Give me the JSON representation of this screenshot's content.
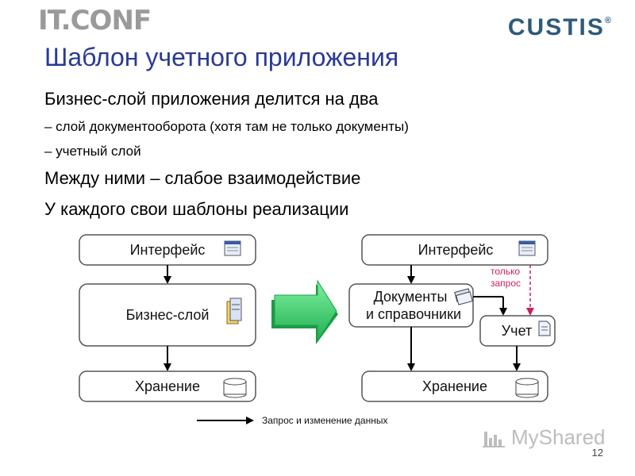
{
  "header": {
    "logo_left": "IT.CONF",
    "logo_right": "CUSTIS",
    "logo_right_mark": "®"
  },
  "slide": {
    "title": "Шаблон учетного приложения",
    "bullet_1": "Бизнес-слой приложения делится на два",
    "sub_1": "– слой документооборота (хотя там не только документы)",
    "sub_2": "– учетный слой",
    "bullet_2": "Между ними – слабое взаимодействие",
    "bullet_3": "У каждого свои шаблоны реализации"
  },
  "left_diagram": {
    "interface": "Интерфейс",
    "business": "Бизнес-слой",
    "storage": "Хранение"
  },
  "right_diagram": {
    "interface": "Интерфейс",
    "docs_line1": "Документы",
    "docs_line2": "и справочники",
    "accounting": "Учет",
    "storage": "Хранение",
    "note_line1": "только",
    "note_line2": "запрос"
  },
  "legend": {
    "label": "Запрос и изменение данных"
  },
  "footer": {
    "page_number": "12",
    "watermark": "MyShared"
  },
  "colors": {
    "title": "#2a3a94",
    "arrow_green": "#3cc46a",
    "dashed_red": "#cc1f5a",
    "logo_blue": "#2e5a7a"
  }
}
